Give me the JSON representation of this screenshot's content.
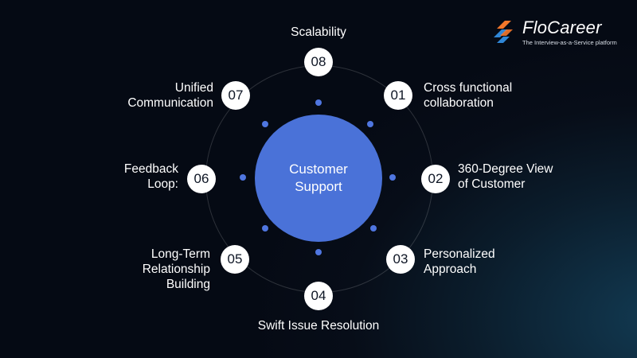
{
  "logo": {
    "name": "FloCareer",
    "tagline": "The Interview-as-a-Service platform",
    "colors": {
      "orange": "#f4772a",
      "blue": "#2f86d6"
    }
  },
  "hub": {
    "label": "Customer\nSupport",
    "color": "#4a72d8"
  },
  "items": [
    {
      "number": "01",
      "label": "Cross functional\ncollaboration"
    },
    {
      "number": "02",
      "label": "360-Degree View\nof Customer"
    },
    {
      "number": "03",
      "label": "Personalized\nApproach"
    },
    {
      "number": "04",
      "label": "Swift Issue Resolution"
    },
    {
      "number": "05",
      "label": "Long-Term\nRelationship\nBuilding"
    },
    {
      "number": "06",
      "label": "Feedback\nLoop:"
    },
    {
      "number": "07",
      "label": "Unified\nCommunication"
    },
    {
      "number": "08",
      "label": "Scalability"
    }
  ],
  "colors": {
    "accent_dot": "#4f76e0",
    "badge_bg": "#ffffff",
    "badge_text": "#0d1524"
  }
}
